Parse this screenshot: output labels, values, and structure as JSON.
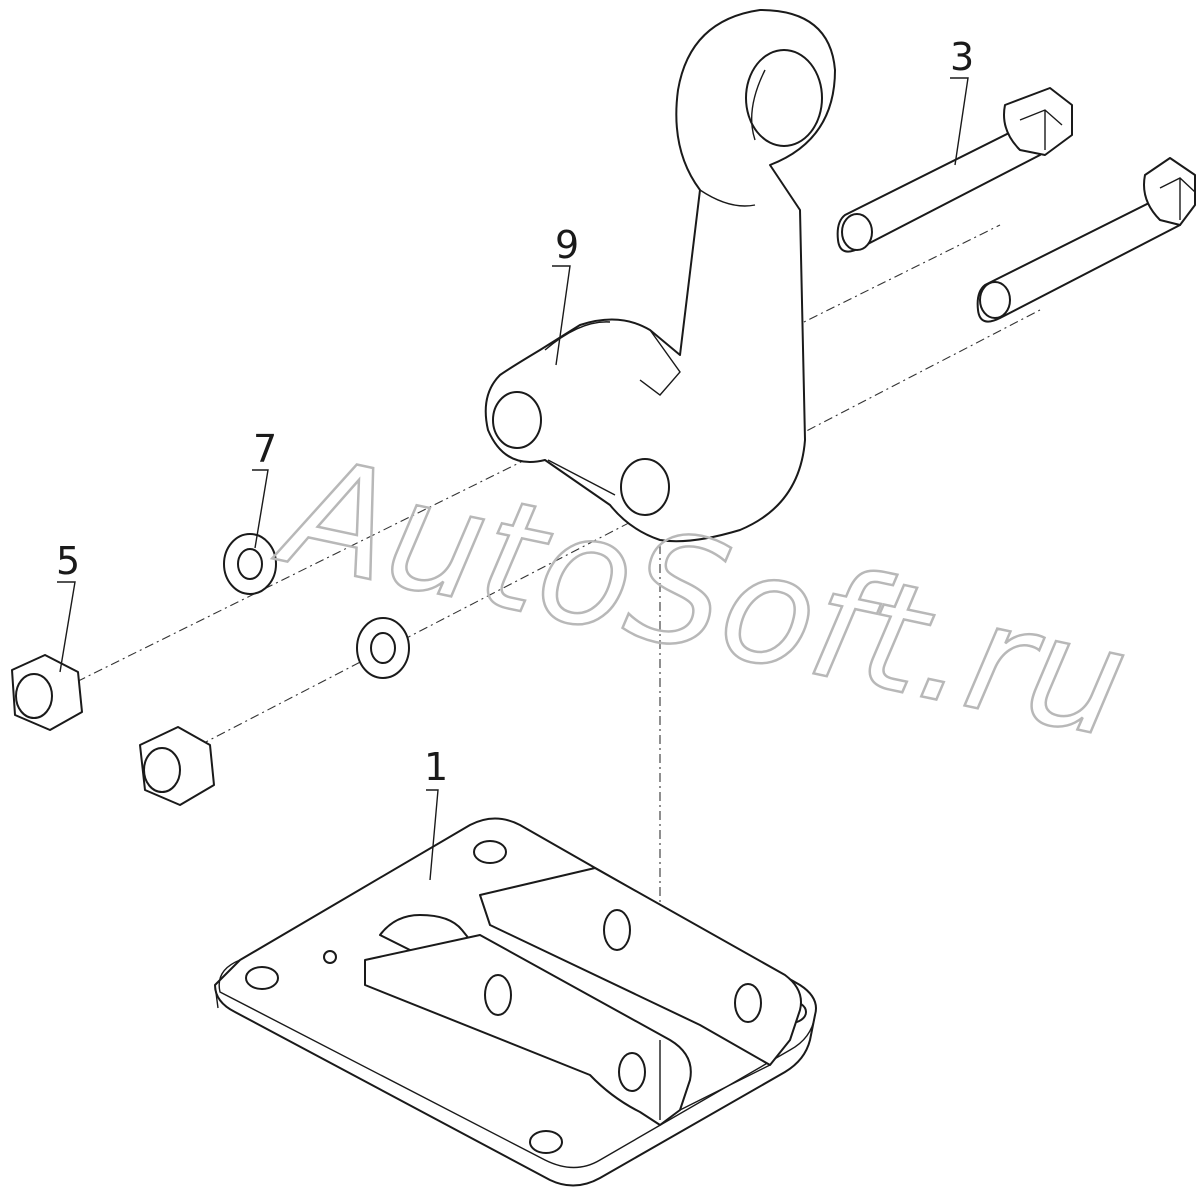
{
  "watermark": {
    "text": "AutoSoft.ru"
  },
  "callouts": [
    {
      "id": "part-1",
      "label": "1"
    },
    {
      "id": "part-3",
      "label": "3"
    },
    {
      "id": "part-5",
      "label": "5"
    },
    {
      "id": "part-7",
      "label": "7"
    },
    {
      "id": "part-9",
      "label": "9"
    }
  ],
  "colors": {
    "line": "#1a1a1a",
    "watermark": "#b8b8b8",
    "background": "#ffffff"
  }
}
